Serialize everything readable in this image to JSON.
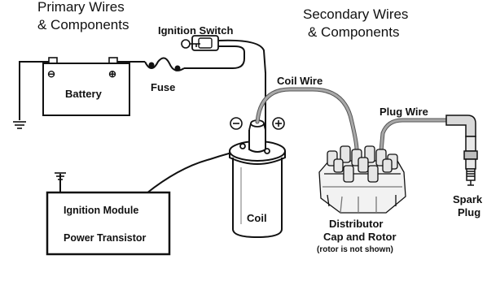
{
  "headings": {
    "primary_line1": "Primary Wires",
    "primary_line2": "& Components",
    "secondary_line1": "Secondary Wires",
    "secondary_line2": "& Components"
  },
  "labels": {
    "ignition_switch": "Ignition Switch",
    "battery": "Battery",
    "fuse": "Fuse",
    "coil_wire": "Coil Wire",
    "plug_wire": "Plug Wire",
    "coil": "Coil",
    "ignition_module": "Ignition Module",
    "power_transistor": "Power Transistor",
    "distributor_line1": "Distributor",
    "distributor_line2": "Cap and Rotor",
    "distributor_note": "(rotor is not shown)",
    "spark_line1": "Spark",
    "spark_line2": "Plug"
  },
  "symbols": {
    "battery_negative": "⊖",
    "battery_positive": "⊕",
    "coil_negative": "⊖",
    "coil_positive": "⊕"
  }
}
